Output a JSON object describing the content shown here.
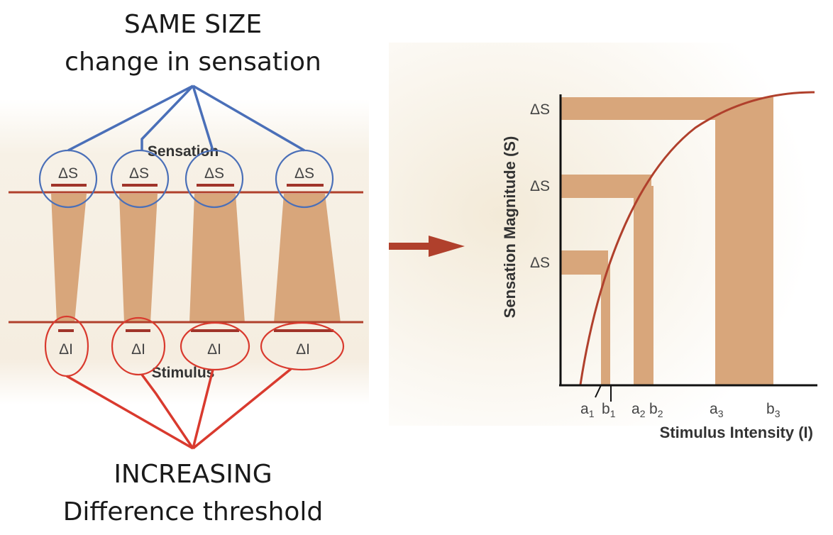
{
  "left": {
    "title_line1": "SAME SIZE",
    "title_line2": "change in sensation",
    "sensation_label": "Sensation",
    "stimulus_label": "Stimulus",
    "delta_s": [
      "ΔS",
      "ΔS",
      "ΔS",
      "ΔS"
    ],
    "delta_i": [
      "ΔI",
      "ΔI",
      "ΔI",
      "ΔI"
    ],
    "bottom_line1": "INCREASING",
    "bottom_line2": "Difference threshold"
  },
  "right": {
    "ylabel": "Sensation Magnitude (S)",
    "xlabel": "Stimulus Intensity (I)",
    "delta_s": [
      "ΔS",
      "ΔS",
      "ΔS"
    ],
    "x_ticks": [
      {
        "base": "a",
        "sub": "1"
      },
      {
        "base": "b",
        "sub": "1"
      },
      {
        "base": "a",
        "sub": "2"
      },
      {
        "base": "b",
        "sub": "2"
      },
      {
        "base": "a",
        "sub": "3"
      },
      {
        "base": "b",
        "sub": "3"
      }
    ]
  },
  "colors": {
    "tan": "#d8a67b",
    "curve": "#b0402c",
    "blue": "#4a6fb8",
    "red": "#d93a2e",
    "arrow": "#b0402c"
  }
}
